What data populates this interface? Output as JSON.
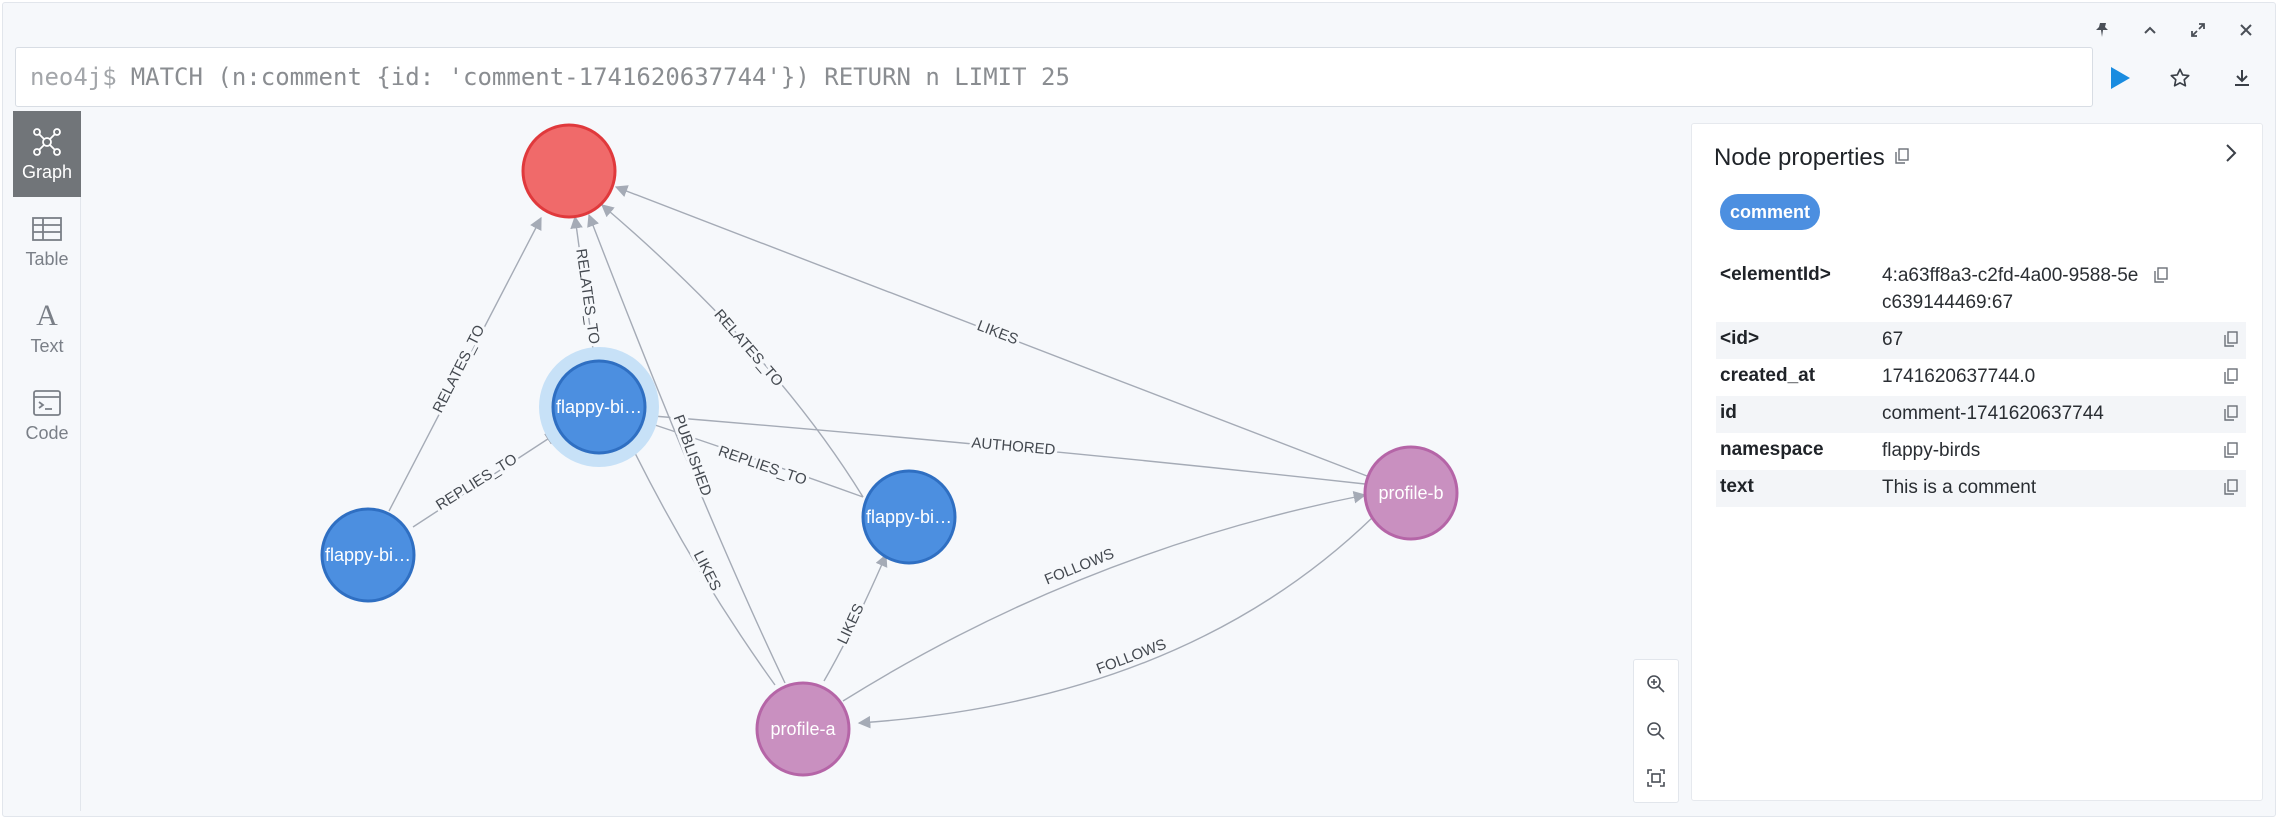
{
  "editor": {
    "prompt": "neo4j$",
    "query": "MATCH (n:comment {id: 'comment-1741620637744'}) RETURN n LIMIT 25"
  },
  "window_controls": [
    "pin-icon",
    "collapse-up-icon",
    "fullscreen-icon",
    "close-icon"
  ],
  "sidebar": {
    "items": [
      {
        "label": "Graph",
        "icon": "graph-icon",
        "active": true
      },
      {
        "label": "Table",
        "icon": "table-icon",
        "active": false
      },
      {
        "label": "Text",
        "icon": "text-icon",
        "active": false
      },
      {
        "label": "Code",
        "icon": "code-icon",
        "active": false
      }
    ]
  },
  "graph": {
    "nodes": [
      {
        "id": "top",
        "label": "",
        "kind": "red"
      },
      {
        "id": "c1",
        "label": "flappy-bi…",
        "kind": "comment"
      },
      {
        "id": "c2",
        "label": "flappy-bi…",
        "kind": "comment"
      },
      {
        "id": "c3",
        "label": "flappy-bi…",
        "kind": "comment"
      },
      {
        "id": "pb",
        "label": "profile-b",
        "kind": "profile"
      },
      {
        "id": "pa",
        "label": "profile-a",
        "kind": "profile"
      }
    ],
    "edges": [
      {
        "id": "e1",
        "label": "RELATES_TO"
      },
      {
        "id": "e2",
        "label": "RELATES_TO"
      },
      {
        "id": "e3",
        "label": "RELATES_TO"
      },
      {
        "id": "e4",
        "label": "LIKES"
      },
      {
        "id": "e5",
        "label": "REPLIES_TO"
      },
      {
        "id": "e6",
        "label": "AUTHORED"
      },
      {
        "id": "e7",
        "label": "REPLIES_TO"
      },
      {
        "id": "e8",
        "label": "PUBLISHED"
      },
      {
        "id": "e9",
        "label": "LIKES"
      },
      {
        "id": "e10",
        "label": "LIKES"
      },
      {
        "id": "e11",
        "label": "FOLLOWS"
      },
      {
        "id": "e12",
        "label": "FOLLOWS"
      }
    ],
    "colors": {
      "red": "#f06a6a",
      "red_stroke": "#e0393c",
      "comment": "#4c8fe0",
      "comment_stroke": "#2f6fc2",
      "profile": "#c990c0",
      "profile_stroke": "#b565a7",
      "selected_halo": "#c7e1f7",
      "edge": "#a5abb6"
    }
  },
  "zoom_controls": [
    "zoom-in-icon",
    "zoom-out-icon",
    "fit-to-screen-icon"
  ],
  "properties": {
    "title": "Node properties",
    "label_badge": "comment",
    "rows": [
      {
        "key": "<elementId>",
        "value": "4:a63ff8a3-c2fd-4a00-9588-5ec639144469:67"
      },
      {
        "key": "<id>",
        "value": "67"
      },
      {
        "key": "created_at",
        "value": "1741620637744.0"
      },
      {
        "key": "id",
        "value": "comment-1741620637744"
      },
      {
        "key": "namespace",
        "value": "flappy-birds"
      },
      {
        "key": "text",
        "value": "This is a comment"
      }
    ]
  },
  "colors": {
    "accent": "#1a8ce0",
    "badge": "#4c8fe0"
  }
}
